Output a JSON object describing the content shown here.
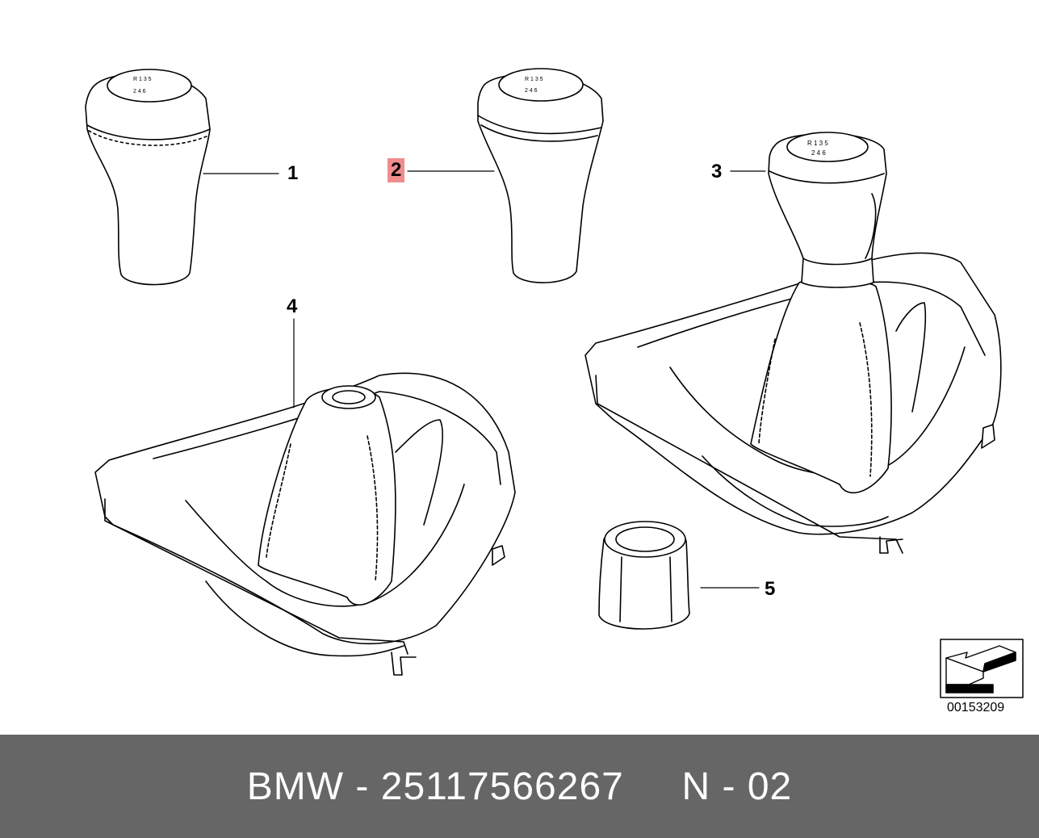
{
  "callouts": {
    "item1": "1",
    "item2": "2",
    "item3": "3",
    "item4": "4",
    "item5": "5"
  },
  "highlighted_item": "2",
  "highlight_color": "#f08c8c",
  "reference_code": "00153209",
  "footer": {
    "brand": "BMW",
    "part_number": "25117566267",
    "position": "N - 02",
    "text": "BMW - 25117566267     N - 02",
    "background_color": "#666666"
  },
  "icons": [
    "nav-arrow-icon"
  ]
}
